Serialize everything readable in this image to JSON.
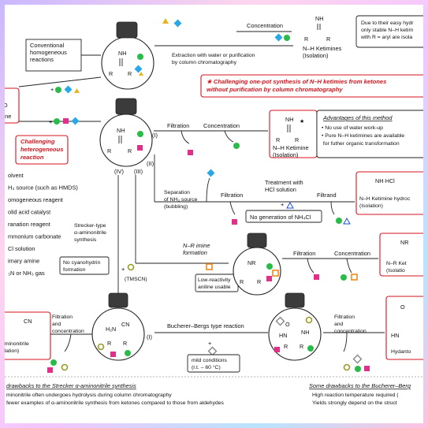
{
  "colors": {
    "red": "#d4141e",
    "blue_text": "#1b4fd6",
    "pink_square": "#e0308a",
    "green_circle": "#2bbb4a",
    "cyan_diamond": "#29a8e6",
    "yellow_triangle": "#e9b320",
    "orange_square": "#f08a1c",
    "olive_circle": "#9a9a28"
  },
  "top": {
    "conventional": "Conventional\nhomogeneous\nreactions",
    "concentration": "Concentration",
    "extraction": "Extraction with water or purification\nby column chromatography",
    "ketimine_label": "N–H Ketimines\n(Isolation)",
    "drawback_note": "Due to their easy hydr\nonly stable N–H ketim\nwith R = aryl are isola",
    "challenge": "★ Challenging one-pot synthesis of N–H ketimies from ketones\nwithout purification by column chromatography"
  },
  "left": {
    "ketone": "one",
    "challenging": "Challenging\nheterogeneous\nreaction",
    "legend": [
      "olvent",
      "H₃ source (such as HMDS)",
      "omogeneous reagent",
      "olid acid catalyst",
      "ranation reagent",
      "mmonium carbonate",
      "Cl solution",
      "imary amine",
      "₃N or NH₃ gas"
    ]
  },
  "middle": {
    "path_labels": [
      "(I)",
      "(II)",
      "(III)",
      "(IV)"
    ],
    "filtration": "Filtration",
    "concentration": "Concentration",
    "advantages_title": "Advantages of this method",
    "advantages": [
      "• No use of water work-up",
      "• Pure N–H ketimines are available",
      "  for futher organic transformation"
    ],
    "ketimine_iso": "N–H Ketimine\n(Isolation)",
    "separation": "Separation\nof NH₃ source\n(bubbling)",
    "treatment": "Treatment with\nHCl solution",
    "filtrand": "Filtrand",
    "no_nh4cl": "No generation of NH₄Cl",
    "hydro_box": "N–H Ketimine hydroc\n(Isolation)",
    "strecker": "Strecker-type\nα-aminonitrile\nsynthesis",
    "nr_imine": "N–R imine\nformation",
    "low_reactivity": "Low-reactivity\naniline usable",
    "no_cyano": "No cyanohydrin\nformation",
    "tmscn": "(TMSCN)",
    "nr_box": "N–R Ket\n(Isolatio"
  },
  "bottom": {
    "left_box": "aminonitrile\nolation)",
    "filt_conc_l": "Filtration\nand\nconcentration",
    "bucherer": "Bucherer–Bergs type reaction",
    "mild": "mild conditions\n(r.t. – 60 °C)",
    "filt_conc_r": "Filtration\nand\nconcentration",
    "hydantoin": "Hydanto",
    "draw_l_title": "drawbacks to the Strecker α-aminonitrile synthesis",
    "draw_l": [
      "minonitrile often undergoes hydrolysis during column chromatography",
      "fewer examples of α-aminonitrile synthesis from ketones compared to those from aldehydes"
    ],
    "draw_r_title": "Some drawbacks to the Bucherer–Berg",
    "draw_r": [
      "High reaction temperature required (",
      "Yields strongly depend on the struct"
    ]
  }
}
